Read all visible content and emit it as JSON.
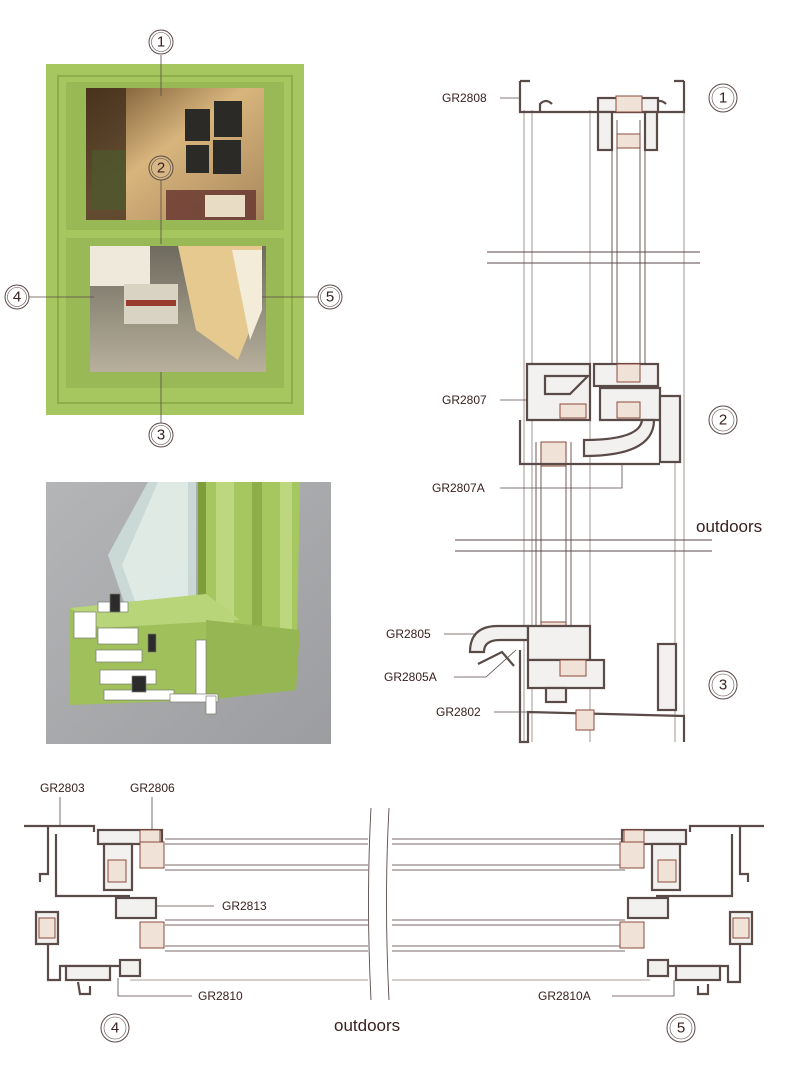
{
  "callouts": [
    "1",
    "2",
    "3",
    "4",
    "5"
  ],
  "labels": {
    "gr2808": "GR2808",
    "gr2807": "GR2807",
    "gr2807a": "GR2807A",
    "gr2805": "GR2805",
    "gr2805a": "GR2805A",
    "gr2802": "GR2802",
    "gr2803": "GR2803",
    "gr2806": "GR2806",
    "gr2813": "GR2813",
    "gr2810": "GR2810",
    "gr2810a": "GR2810A"
  },
  "outdoors": "outdoors",
  "colors": {
    "frame_green": "#a6c760",
    "frame_green_dark": "#8eae4c",
    "profile_stroke": "#5a4a48",
    "seal": "#f1e2d8",
    "render_bg": "#a9aaac"
  }
}
